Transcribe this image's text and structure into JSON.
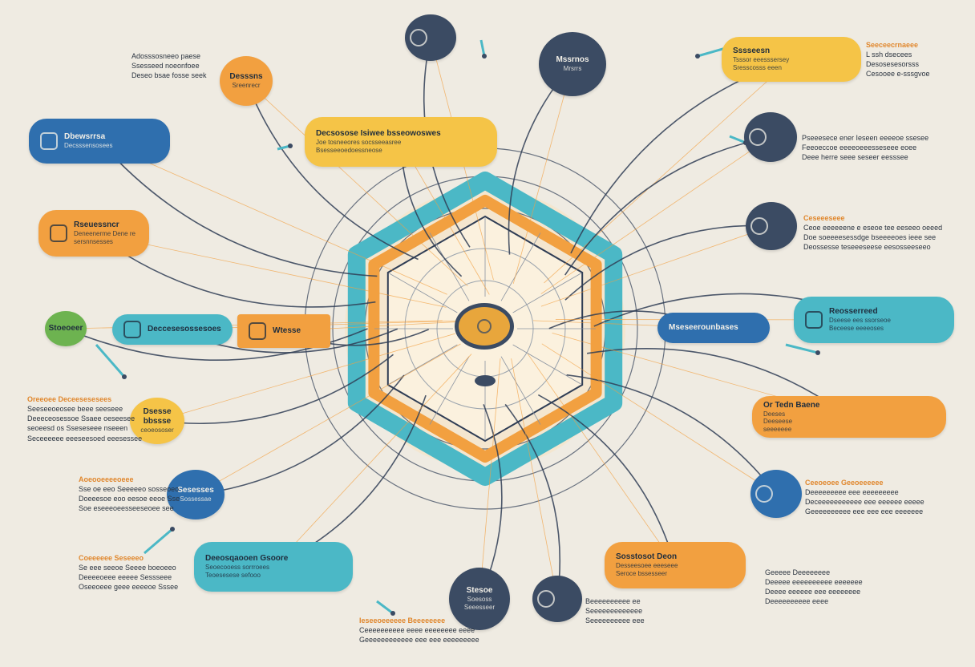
{
  "colors": {
    "orange": "#f2a040",
    "yellow": "#f5c447",
    "blue": "#2f6fae",
    "teal": "#4bb8c6",
    "green": "#6db350",
    "navy": "#3b4b63",
    "line": "#2f3d55",
    "accent": "#e0872d"
  },
  "hub": {
    "icon": "hub-icon"
  },
  "nodes": {
    "top_mid_left": {
      "icon": "document-icon",
      "lines": [
        "",
        ""
      ]
    },
    "top_center": {
      "lines": [
        "Mssrnos",
        "Mrsrrs"
      ]
    },
    "top_right_tab": {
      "lines": [
        "Sssseesn",
        "Tsssor eeesssersey",
        "Sresscosss eeen"
      ]
    },
    "orange_tl": {
      "lines": [
        "Desssns",
        "Sreenrecr"
      ]
    },
    "blue_left": {
      "icon": "phone-icon",
      "lines": [
        "Dbewsrrsa",
        "Decsssensosees"
      ]
    },
    "yellow_top": {
      "lines": [
        "Decsosose Isiwee bsseowoswes",
        "Joe tosneeores socsseeasree",
        "Bsesseeoedoessneose"
      ]
    },
    "orange_left": {
      "icon": "bell-icon",
      "lines": [
        "Rseuessncr",
        "Deneenerme Dene re",
        "sersnnsesses"
      ]
    },
    "green_left": {
      "lines": [
        "Stoeoeer"
      ]
    },
    "teal_left": {
      "icon": "book-icon",
      "lines": [
        "Deccesesossesoes"
      ]
    },
    "orange_center_left": {
      "icon": "gear-icon",
      "lines": [
        "Wtesse"
      ]
    },
    "yellow_circle_left": {
      "lines": [
        "Dsesse bbssse",
        "ceoeososer"
      ]
    },
    "blue_circle_left": {
      "lines": [
        "Sesesses",
        "Sossessae"
      ]
    },
    "teal_bottom_left": {
      "lines": [
        "Deeosqaooen Gsoore",
        "Seoecooess sorrroees",
        "Teoesesese sefooo"
      ]
    },
    "navy_bottom": {
      "lines": [
        "Stesoe",
        "Soesoss",
        "Seeesseer"
      ]
    },
    "navy_bottom_right": {
      "icon": "book-icon",
      "lines": [
        ""
      ]
    },
    "orange_bottom_right": {
      "lines": [
        "Sosstosot Deon",
        "Desseesoee eeeseee",
        "Seroce bssesseer"
      ]
    },
    "navy_right_1": {
      "icon": "bottle-icon",
      "lines": [
        ""
      ]
    },
    "navy_right_2": {
      "icon": "stamp-icon",
      "lines": [
        ""
      ]
    },
    "blue_right": {
      "lines": [
        "Mseseerounbases"
      ]
    },
    "teal_right": {
      "icon": "bottle-icon",
      "lines": [
        "Reosserreed",
        "Dseese ees ssorseoe",
        "Beceese eeeeoses"
      ]
    },
    "orange_right": {
      "lines": [
        "Or Tedn Baene",
        "Deeses",
        "Deeseese",
        "seeeeeee"
      ]
    },
    "blue_right_bottom": {
      "icon": "hand-icon",
      "lines": [
        ""
      ]
    },
    "top_left_navy": {
      "icon": "document-icon",
      "lines": [
        ""
      ]
    }
  },
  "notes": {
    "tl": {
      "head": "",
      "lines": [
        "Adosssosneeo paese",
        "Ssesseed noeonfoee",
        "Deseo bsae fosse seek"
      ]
    },
    "tr": {
      "head": "Seeceecrnaeee",
      "lines": [
        "L ssh dsecees",
        "Desosesesorsss",
        "Cesooee e-sssgvoe"
      ]
    },
    "r1": {
      "head": "",
      "lines": [
        "Pseeesece ener Ieseen eeeeoe ssesee",
        "Feeoeccoe eeeeoeeesseseee eoee",
        "Deee herre seee seseer eesssee"
      ]
    },
    "r2": {
      "head": "Ceseeeseee",
      "lines": [
        "Ceoe eeeeeene e eseoe tee eeseeo oeeed",
        "Doe soeeeesessdge bseeeeoes ieee see",
        "Deossesse teseeeseese eesosseeseeo"
      ]
    },
    "l1": {
      "head": "Oreeoee Deceesesesees",
      "lines": [
        "Seeseeoeosee beee seeseee",
        "Deeeceosessoe Ssaee oeseesee",
        "seoeesd os Sseseseee nseeen",
        "Seceeeeee eeeseesoed eeesessee"
      ]
    },
    "l2": {
      "head": "Aoeooeeeeoeee",
      "lines": [
        "Sse oe eeo Seeeeeo sosseoeo",
        "Doeeesoe eoo eesoe eeoe Sse",
        "Soe eseeeoeesseeseoee see"
      ]
    },
    "l3": {
      "head": "Coeeeeee Seseeeo",
      "lines": [
        "Se eee seeoe Seeee boeoeeo",
        "Deeeeoeee eeeee Sessseee",
        "Oseeoeee geee eeeeoe Sssee"
      ]
    },
    "r3": {
      "head": "Ceeoeoee Geeoeeeeee",
      "lines": [
        "Deeeeeeeee eee eeeeeeeee",
        "Deceeeeeeeeeee eee eeeeee eeeee",
        "Geeeeeeeeee eee eee eee eeeeeee"
      ]
    },
    "r4": {
      "head": "",
      "lines": [
        "Geeeee Deeeeeeee",
        "Deeeee eeeeeeeeee eeeeeee",
        "Deeee eeeeee eee eeeeeeee",
        "Deeeeeeeeee eeee"
      ]
    },
    "b1": {
      "head": "Ieseeoeeeeee Beeeeeeee",
      "lines": [
        "Ceeeeeeeeee eeee eeeeeeee eeee",
        "Geeeeeeeeeeee eee eee eeeeeeeee"
      ]
    },
    "b2": {
      "head": "",
      "lines": [
        "Beeeeeeeeee ee",
        "Seeeeeeeeeeeee",
        "Seeeeeeeeee eee"
      ]
    }
  }
}
